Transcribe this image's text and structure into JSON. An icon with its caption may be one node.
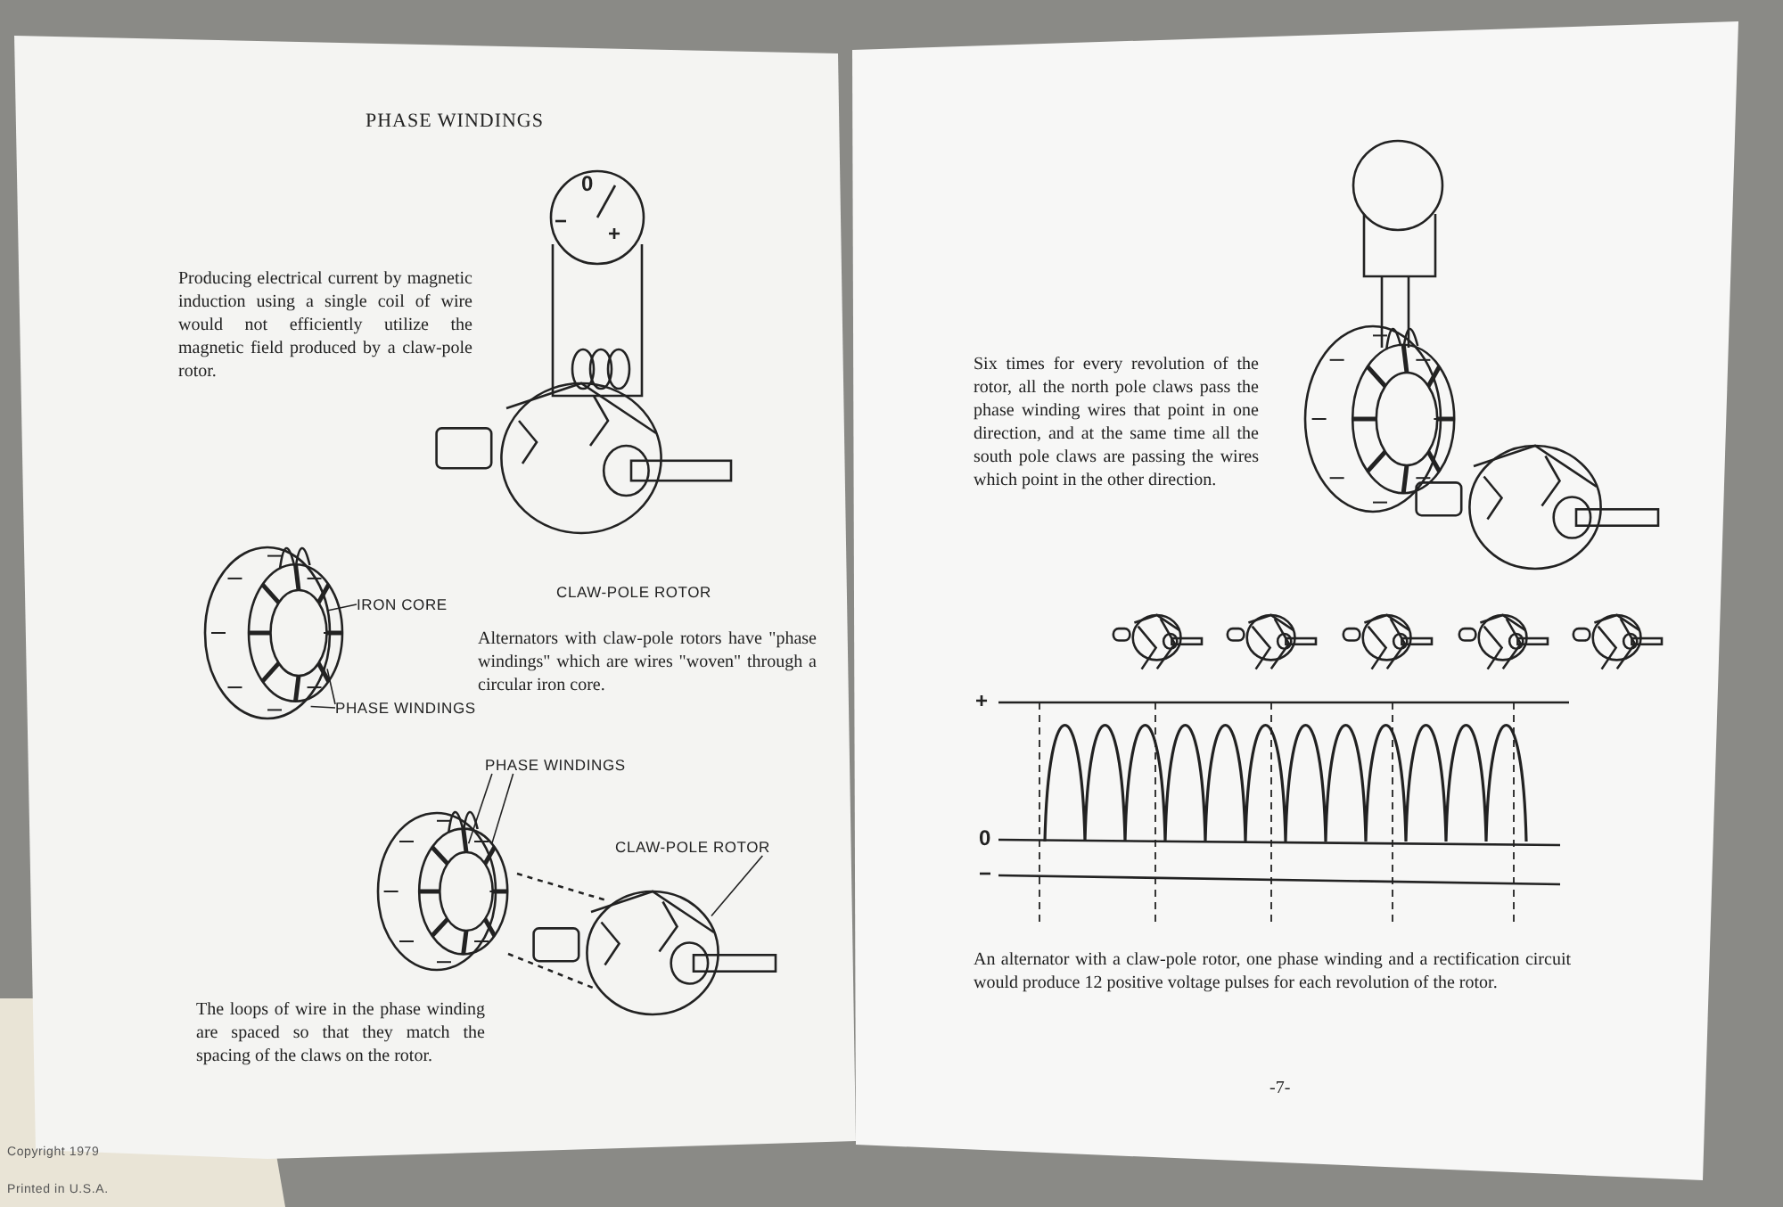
{
  "diagram": {
    "title": "PHASE WINDINGS",
    "nodes": [
      {
        "text": [
          "IRON CORE"
        ]
      },
      {
        "text": [],
        "shape": "picture"
      },
      {
        "text": [
          "PHASE WINDINGS"
        ]
      },
      {
        "text": [
          "PHASE WINDINGS"
        ]
      },
      {
        "text": [],
        "shape": "picture"
      },
      {
        "text": [
          "CLAW-POLE ROTOR"
        ]
      },
      {
        "text": [],
        "shape": "picture"
      }
    ],
    "edges": [
      {
        "from": 0,
        "to": 1,
        "arrow": "none"
      },
      {
        "from": 2,
        "to": 1,
        "arrow": "none"
      },
      {
        "from": 2,
        "to": 1,
        "arrow": "none"
      },
      {
        "from": 3,
        "to": 4,
        "arrow": "none"
      },
      {
        "from": 3,
        "to": 4,
        "arrow": "none"
      },
      {
        "from": 5,
        "to": 6,
        "arrow": "none"
      }
    ],
    "labels": [
      "0",
      "−",
      "+",
      "Producing electrical current by magnetic induction using a single coil of wire would not efficiently utilize the magnetic field produced by a claw-pole rotor.",
      "CLAW-POLE ROTOR",
      "Alternators with claw-pole rotors have \"phase windings\" which are wires \"woven\" through a circular iron core.",
      "The loops of wire in the phase winding are spaced so that they match the spacing of the claws on the rotor.",
      "Six times for every revolution of the rotor, all the north pole claws pass the phase winding wires that point in one direction, and at the same time all the south pole claws are passing the wires which point in the other direction.",
      "+",
      "0",
      "−",
      "An alternator with a claw-pole rotor, one phase winding and a rectification circuit would produce 12 positive voltage pulses for each revolution of the rotor.",
      "-7-",
      "Copyright 1979",
      "Printed in U.S.A."
    ]
  }
}
